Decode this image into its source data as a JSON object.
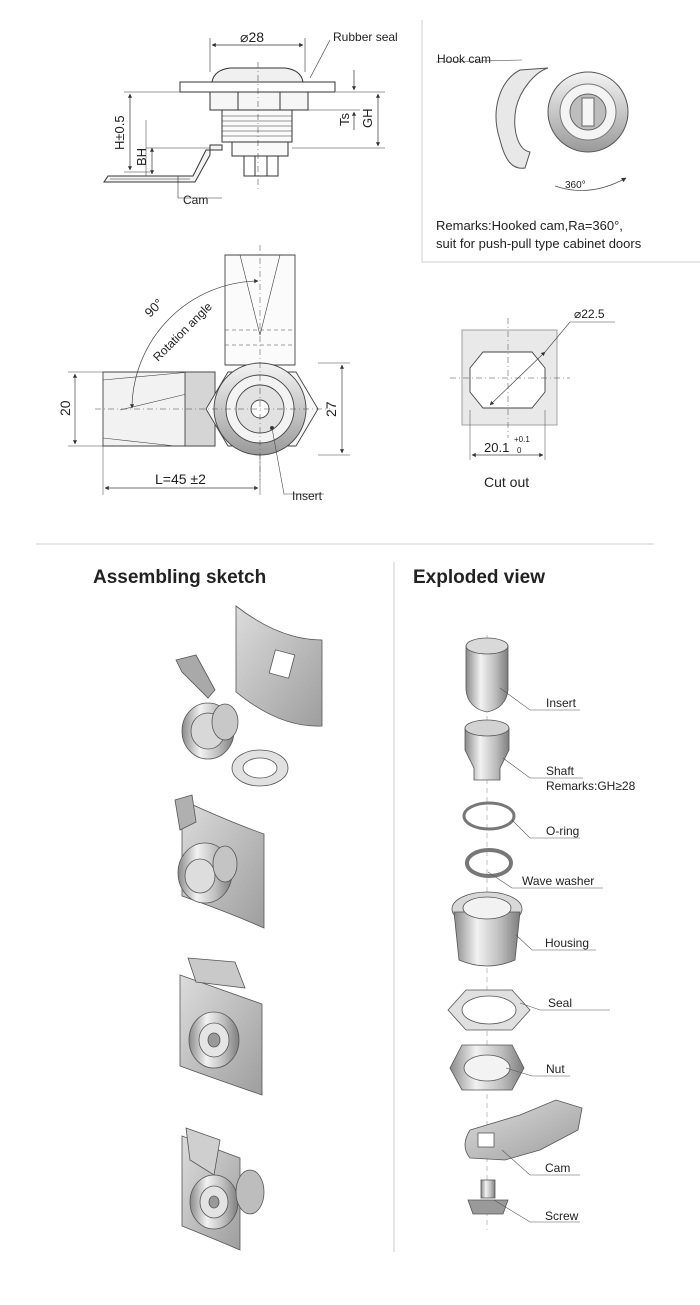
{
  "technical_drawing": {
    "side_view": {
      "dim_diameter": "28",
      "rubber_seal": "Rubber seal",
      "dim_h": "H±0.5",
      "dim_bh": "BH",
      "dim_ts": "Ts",
      "dim_gh": "GH",
      "cam": "Cam"
    },
    "hook_cam_box": {
      "label": "Hook cam",
      "rotation": "360°",
      "remarks_line1": "Remarks:Hooked cam,Ra=360°,",
      "remarks_line2": "suit for push-pull type cabinet doors"
    },
    "front_view": {
      "angle": "90°",
      "rotation_angle": "Rotation angle",
      "dim_20": "20",
      "dim_27": "27",
      "dim_l": "L=45 ±2",
      "insert": "Insert"
    },
    "cutout": {
      "dim_diameter": "22.5",
      "dim_width": "20.1",
      "tol_upper": "+0.1",
      "tol_lower": "0",
      "title": "Cut out"
    }
  },
  "sections": {
    "assembling_title": "Assembling sketch",
    "exploded_title": "Exploded view"
  },
  "exploded_parts": [
    {
      "label": "Insert"
    },
    {
      "label": "Shaft",
      "remark": "Remarks:GH≥28"
    },
    {
      "label": "O-ring"
    },
    {
      "label": "Wave washer"
    },
    {
      "label": "Housing"
    },
    {
      "label": "Seal"
    },
    {
      "label": "Nut"
    },
    {
      "label": "Cam"
    },
    {
      "label": "Screw"
    }
  ],
  "colors": {
    "line": "#333333",
    "metal_light": "#e6e6e6",
    "metal_mid": "#b8b8b8",
    "metal_dark": "#7a7a7a",
    "panel": "#cfcfcf",
    "divider": "#cccccc"
  }
}
